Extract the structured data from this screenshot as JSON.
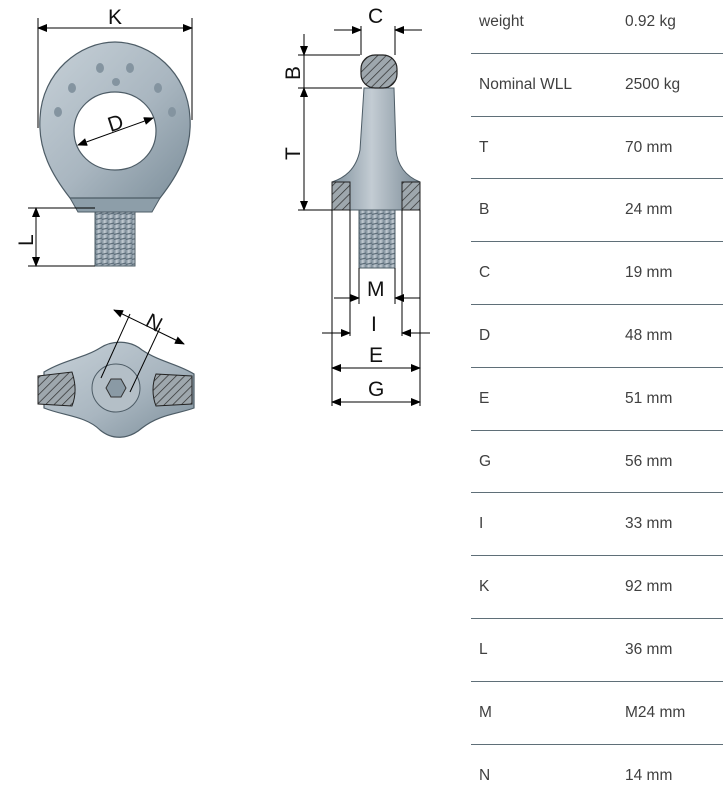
{
  "drawing": {
    "labels": {
      "K": "K",
      "D": "D",
      "L": "L",
      "N": "N",
      "B": "B",
      "T": "T",
      "C": "C",
      "M": "M",
      "I": "I",
      "E": "E",
      "G": "G"
    },
    "colors": {
      "metal": "#a9b6c0",
      "metal_dark": "#6c7f8c",
      "section": "#9aa3aa",
      "line": "#000000"
    }
  },
  "specs": [
    {
      "label": "weight",
      "value": "0.92 kg"
    },
    {
      "label": "Nominal WLL",
      "value": "2500 kg"
    },
    {
      "label": "T",
      "value": "70 mm"
    },
    {
      "label": "B",
      "value": "24 mm"
    },
    {
      "label": "C",
      "value": "19 mm"
    },
    {
      "label": "D",
      "value": "48 mm"
    },
    {
      "label": "E",
      "value": "51 mm"
    },
    {
      "label": "G",
      "value": "56 mm"
    },
    {
      "label": "I",
      "value": "33 mm"
    },
    {
      "label": "K",
      "value": "92 mm"
    },
    {
      "label": "L",
      "value": "36 mm"
    },
    {
      "label": "M",
      "value": "M24 mm"
    },
    {
      "label": "N",
      "value": "14 mm"
    }
  ]
}
